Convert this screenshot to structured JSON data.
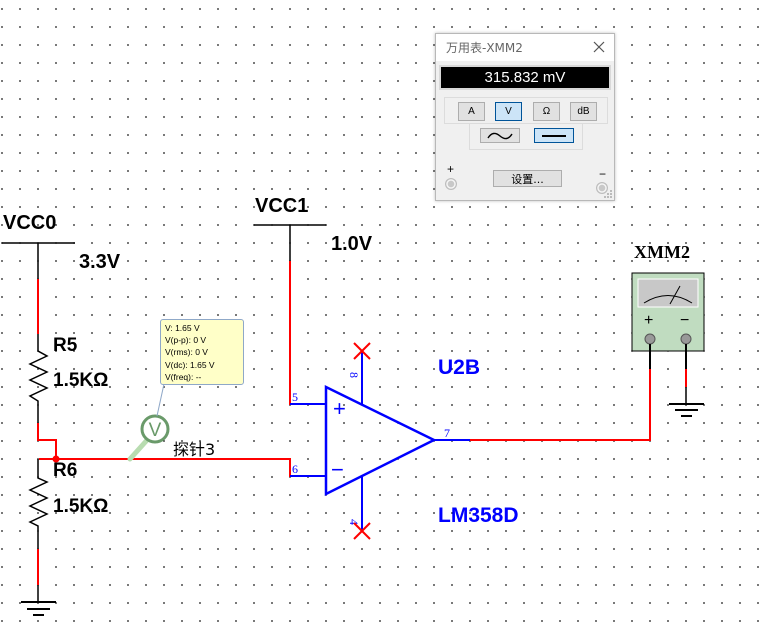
{
  "schematic": {
    "vcc0": {
      "name": "VCC0",
      "voltage": "3.3V"
    },
    "vcc1": {
      "name": "VCC1",
      "voltage": "1.0V"
    },
    "r5": {
      "ref": "R5",
      "value": "1.5KΩ"
    },
    "r6": {
      "ref": "R6",
      "value": "1.5KΩ"
    },
    "opamp": {
      "ref": "U2B",
      "part": "LM358D",
      "pins": {
        "noninv": "5",
        "inv": "6",
        "out": "7",
        "vplus": "8",
        "vminus": "4"
      },
      "plus_symbol": "+",
      "minus_symbol": "−"
    },
    "probe": {
      "label": "探针3",
      "icon_letter": "V",
      "readings": [
        "V: 1.65 V",
        "V(p-p): 0 V",
        "V(rms): 0 V",
        "V(dc): 1.65 V",
        "V(freq): --"
      ]
    },
    "xmm_symbol": {
      "ref": "XMM2",
      "plus": "+",
      "minus": "−"
    }
  },
  "multimeter_window": {
    "title": "万用表-XMM2",
    "reading": "315.832 mV",
    "mode_buttons": [
      {
        "label": "A",
        "active": false
      },
      {
        "label": "V",
        "active": true
      },
      {
        "label": "Ω",
        "active": false
      },
      {
        "label": "dB",
        "active": false
      }
    ],
    "signal_buttons": [
      {
        "name": "ac",
        "active": false
      },
      {
        "name": "dc",
        "active": true
      }
    ],
    "settings_label": "设置...",
    "plus_terminal": "+",
    "minus_terminal": "−"
  },
  "colors": {
    "wire": "#ff0000",
    "component": "#000000",
    "opamp": "#0000ff",
    "noconnect": "#ff0000",
    "probe_green": "#6a9a6a",
    "meter_face": "#c0dcc0"
  }
}
